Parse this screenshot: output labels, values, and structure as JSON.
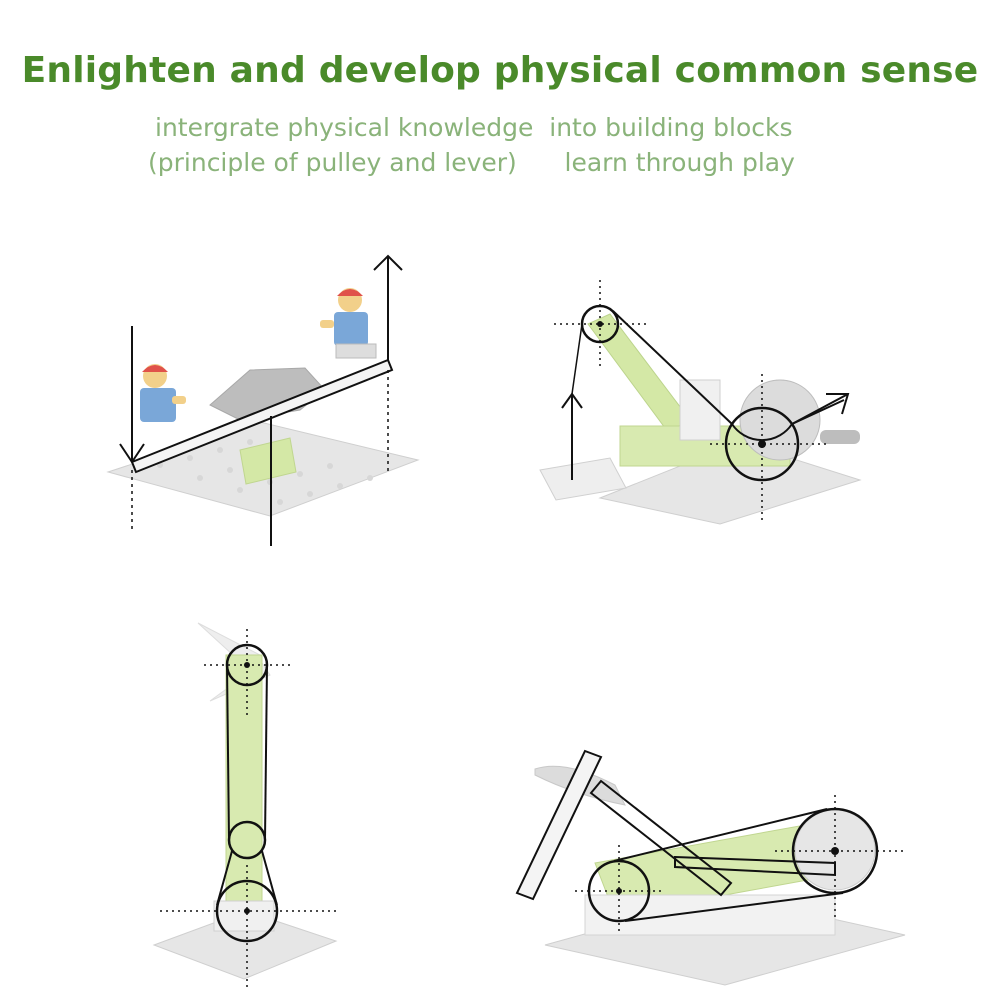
{
  "header": {
    "title": "Enlighten and develop physical common sense",
    "subtitle_line1": "intergrate physical knowledge  into building blocks",
    "subtitle_line2": "(principle of pulley and lever)      learn through play"
  },
  "colors": {
    "title_green": "#4a8a2a",
    "subtitle_green": "#8ab37a",
    "block_green": "#d4e8a6",
    "baseplate_gray": "#e4e4e4",
    "minifig_head": "#e0524a",
    "minifig_body": "#7aa7d8",
    "line": "#111111"
  },
  "panels": [
    {
      "id": "lever-seesaw",
      "icons": [
        "baseplate",
        "seesaw-plank",
        "minifigure-left",
        "minifigure-right",
        "down-arrow",
        "up-arrow",
        "fulcrum-line"
      ]
    },
    {
      "id": "pulley-crane",
      "icons": [
        "baseplate",
        "pulley-top",
        "pulley-bottom",
        "belt",
        "up-arrow",
        "diagonal-arrow"
      ]
    },
    {
      "id": "pulley-windmill",
      "icons": [
        "baseplate",
        "pulley-top",
        "pulley-middle",
        "pulley-bottom",
        "belt"
      ]
    },
    {
      "id": "pulley-lever-vehicle",
      "icons": [
        "baseplate",
        "pulley-left",
        "pulley-right",
        "belt",
        "lever-plank",
        "link-bar"
      ]
    }
  ]
}
